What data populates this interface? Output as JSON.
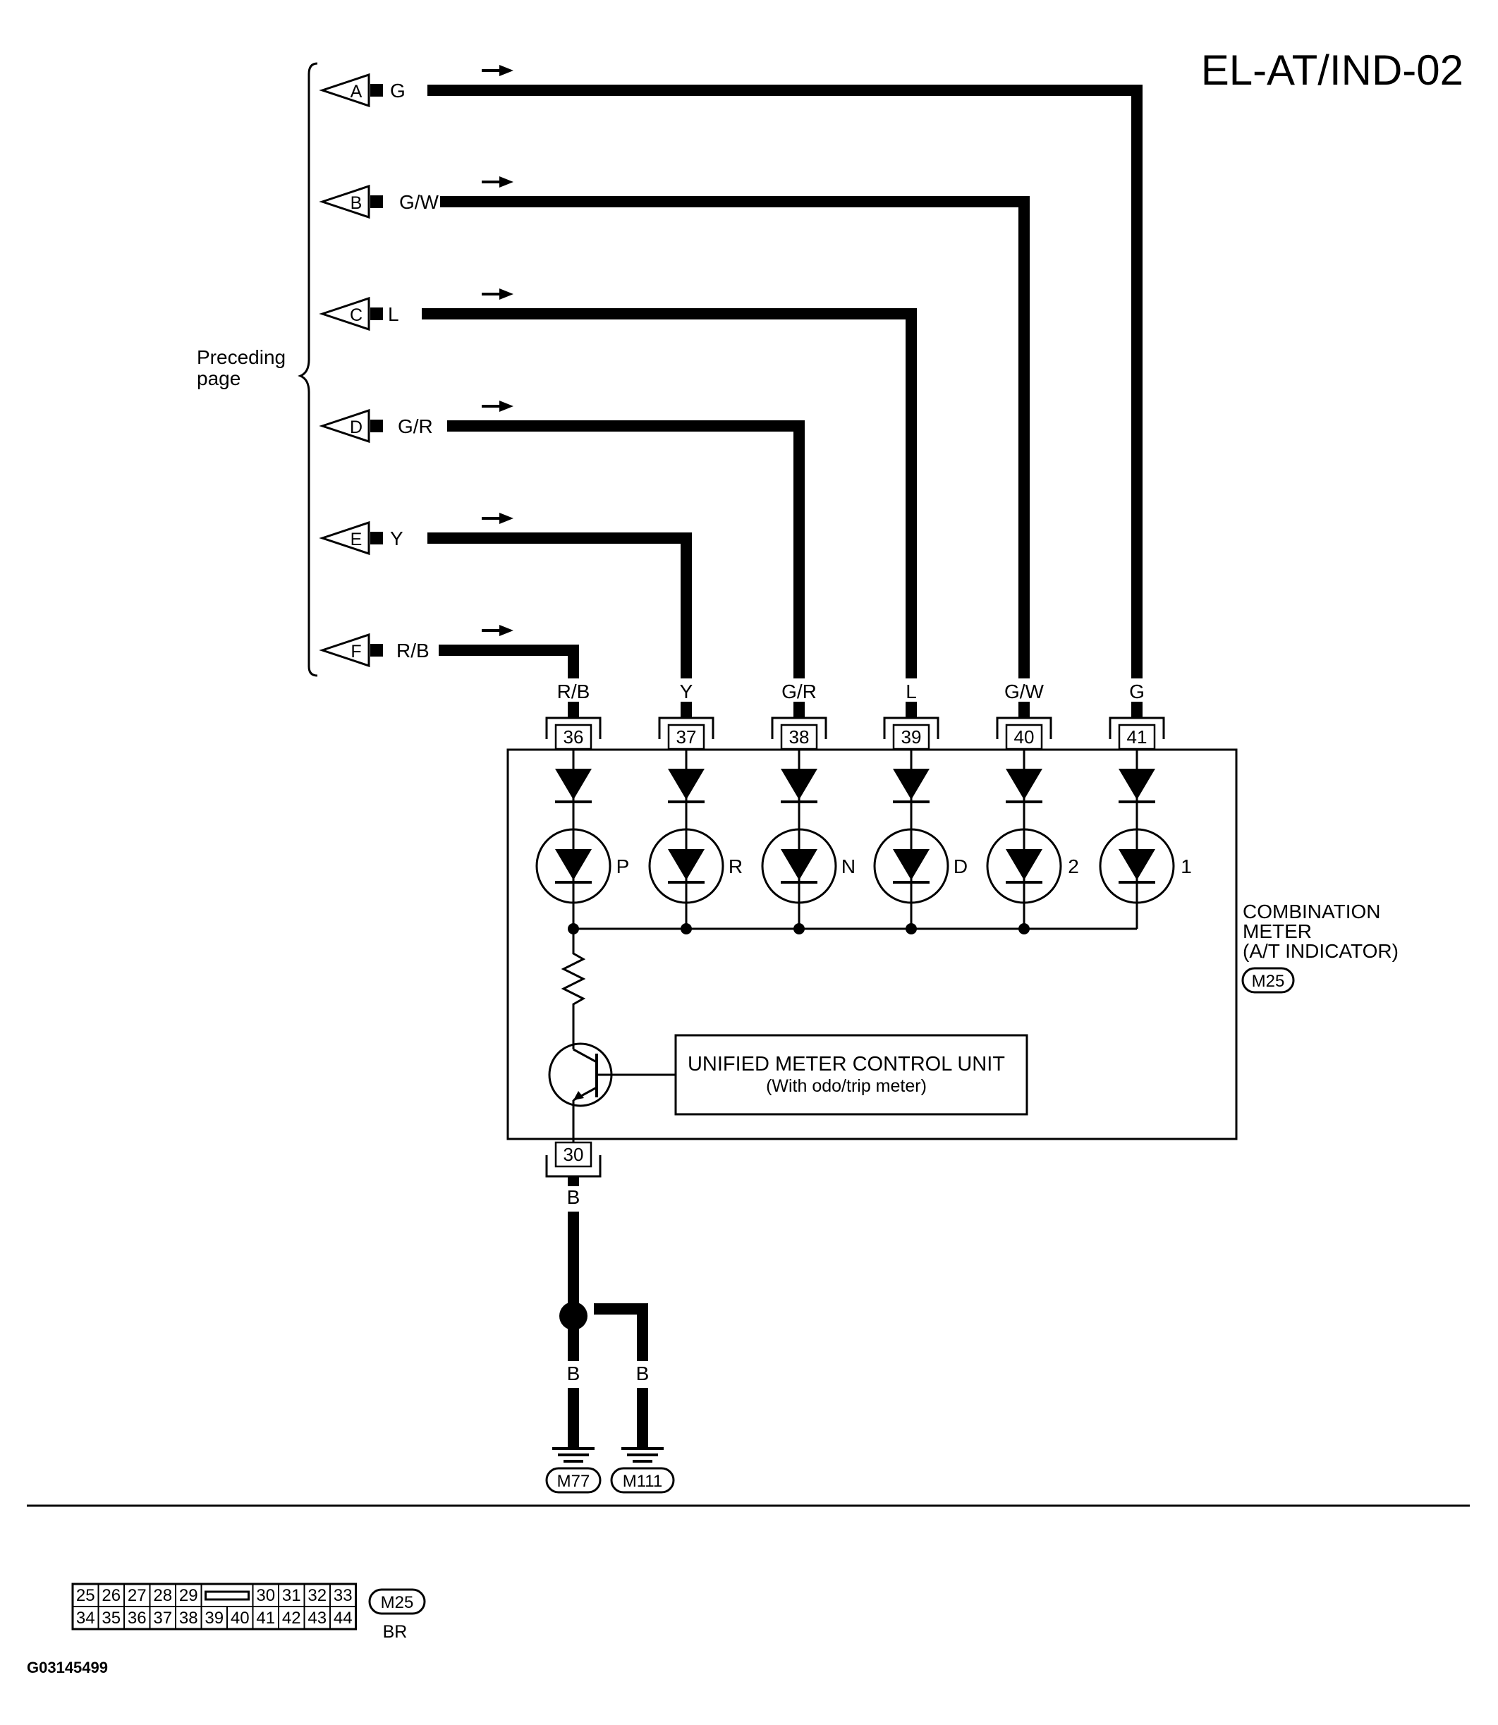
{
  "title": "EL-AT/IND-02",
  "preceding_page": [
    "Preceding",
    "page"
  ],
  "connectors_left": [
    {
      "letter": "A",
      "wire": "G"
    },
    {
      "letter": "B",
      "wire": "G/W"
    },
    {
      "letter": "C",
      "wire": "L"
    },
    {
      "letter": "D",
      "wire": "G/R"
    },
    {
      "letter": "E",
      "wire": "Y"
    },
    {
      "letter": "F",
      "wire": "R/B"
    }
  ],
  "pins": [
    {
      "wire": "R/B",
      "pin": "36",
      "led": "P"
    },
    {
      "wire": "Y",
      "pin": "37",
      "led": "R"
    },
    {
      "wire": "G/R",
      "pin": "38",
      "led": "N"
    },
    {
      "wire": "L",
      "pin": "39",
      "led": "D"
    },
    {
      "wire": "G/W",
      "pin": "40",
      "led": "2"
    },
    {
      "wire": "G",
      "pin": "41",
      "led": "1"
    }
  ],
  "meter": {
    "lines": [
      "COMBINATION",
      "METER",
      "(A/T INDICATOR)"
    ],
    "code": "M25"
  },
  "control_unit": {
    "line1": "UNIFIED METER CONTROL UNIT",
    "line2": "(With odo/trip meter)"
  },
  "ground": {
    "pin": "30",
    "wire_main": "B",
    "wire_left": "B",
    "wire_right": "B",
    "ground_left": "M77",
    "ground_right": "M111"
  },
  "connector_diagram": {
    "top_row": [
      "25",
      "26",
      "27",
      "28",
      "29",
      "30",
      "31",
      "32",
      "33"
    ],
    "bottom_row": [
      "34",
      "35",
      "36",
      "37",
      "38",
      "39",
      "40",
      "41",
      "42",
      "43",
      "44"
    ],
    "code": "M25",
    "color": "BR"
  },
  "figure_id": "G03145499"
}
